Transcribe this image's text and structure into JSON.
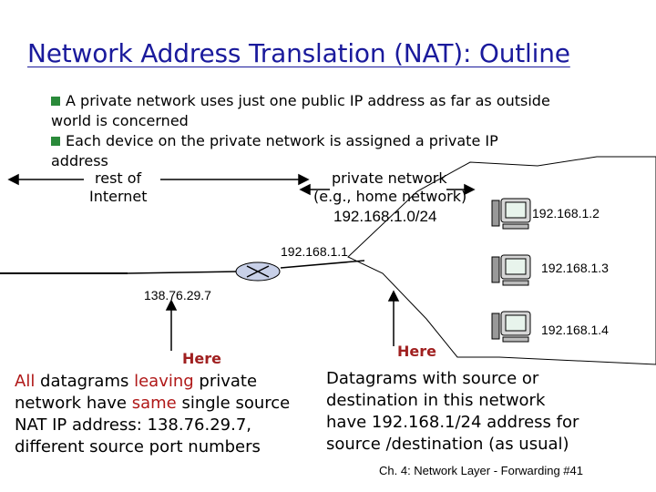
{
  "title": "Network Address Translation (NAT): Outline",
  "bullets": [
    {
      "line1": "A private network uses just one public IP address as far as outside",
      "line2": "world is concerned"
    },
    {
      "line1": "Each device on the private network is assigned a private IP",
      "line2": "address"
    }
  ],
  "labels": {
    "rest_of_internet_1": "rest of",
    "rest_of_internet_2": "Internet",
    "private_network_1": "private network",
    "private_network_2": "(e.g., home network)",
    "private_network_3": "192.168.1.0/24",
    "router_private_ip": "192.168.1.1",
    "router_public_ip": "138.76.29.7",
    "host1_ip": "192.168.1.2",
    "host2_ip": "192.168.1.3",
    "host3_ip": "192.168.1.4"
  },
  "left_note": {
    "here": "Here",
    "l1_a": "All",
    "l1_b": " datagrams ",
    "l1_c": "leaving",
    "l1_d": " private",
    "l2": "network have ",
    "l2_red": "same",
    "l2_tail": " single source",
    "l3": "NAT IP address: 138.76.29.7,",
    "l4": "different source port numbers"
  },
  "right_note": {
    "here": "Here",
    "l1": "Datagrams with source or",
    "l2": "destination in this network",
    "l3": "have 192.168.1/24 address for",
    "l4": "source /destination (as usual)"
  },
  "footer": "Ch. 4: Network Layer - Forwarding  #41",
  "colors": {
    "title": "#1a1a9c",
    "bullet": "#2a8a3a",
    "highlight": "#b01818",
    "cloud": "#ffffff"
  }
}
